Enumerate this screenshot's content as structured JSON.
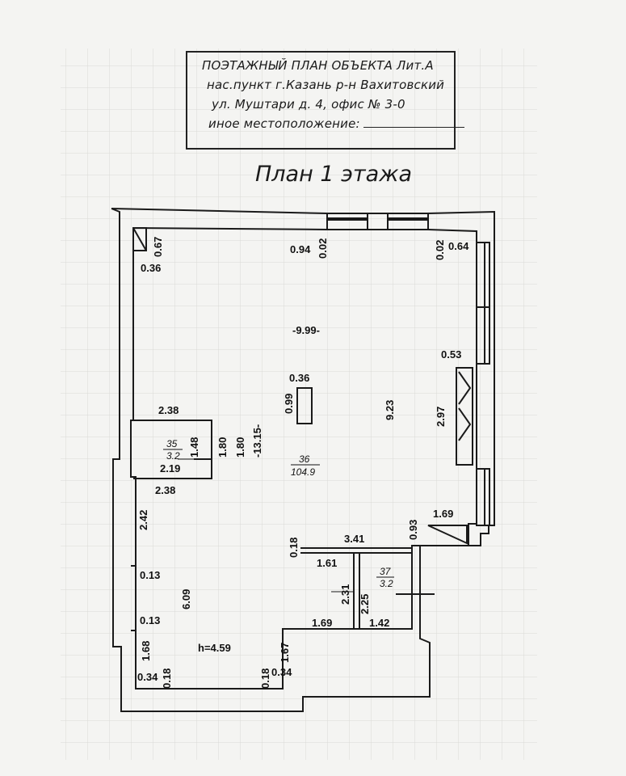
{
  "header": {
    "line1": "ПОЭТАЖНЫЙ ПЛАН ОБЪЕКТА Лит.А",
    "line2": "нас.пункт  г.Казань  р-н Вахитовский",
    "line3": "ул. Муштари  д. 4,  офис № 3-0",
    "line4": "иное местоположение:"
  },
  "plan_title": "План 1 этажа",
  "dims": {
    "d067": "0.67",
    "d036a": "0.36",
    "d094": "0.94",
    "d002a": "0.02",
    "d002b": "0.02",
    "d064": "0.64",
    "d999": "-9.99-",
    "d053": "0.53",
    "d036b": "0.36",
    "d099": "0.99",
    "d923": "9.23",
    "d297": "2.97",
    "d238a": "2.38",
    "d148": "1.48",
    "d180a": "1.80",
    "d180b": "1.80",
    "d1315": "-13.15-",
    "d219": "2.19",
    "d238b": "2.38",
    "d242": "2.42",
    "d093": "0.93",
    "d169a": "1.69",
    "d018a": "0.18",
    "d341": "3.41",
    "d161": "1.61",
    "d013a": "0.13",
    "d609": "6.09",
    "d231": "2.31",
    "d225": "2.25",
    "d013b": "0.13",
    "d169b": "1.69",
    "d142": "1.42",
    "d168": "1.68",
    "d167": "1.67",
    "d034a": "0.34",
    "d018b": "0.18",
    "d018c": "0.18",
    "d034b": "0.34"
  },
  "height_label": "h=4.59",
  "rooms": [
    {
      "number": "35",
      "area": "3.2"
    },
    {
      "number": "36",
      "area": "104.9"
    },
    {
      "number": "37",
      "area": "3.2"
    }
  ]
}
